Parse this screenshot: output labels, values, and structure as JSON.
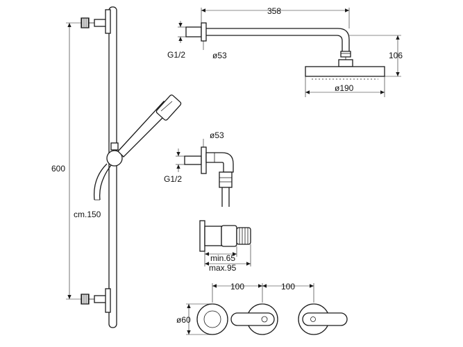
{
  "labels": {
    "rail_length": "600",
    "hose_length": "cm.150",
    "arm_length": "358",
    "arm_thread": "G1/2",
    "arm_flange": "ø53",
    "head_height": "106",
    "head_diameter": "ø190",
    "elbow_flange": "ø53",
    "elbow_thread": "G1/2",
    "mixer_min": "min.65",
    "mixer_max": "max.95",
    "spacing_left": "100",
    "spacing_right": "100",
    "rosette_diameter": "ø60"
  }
}
